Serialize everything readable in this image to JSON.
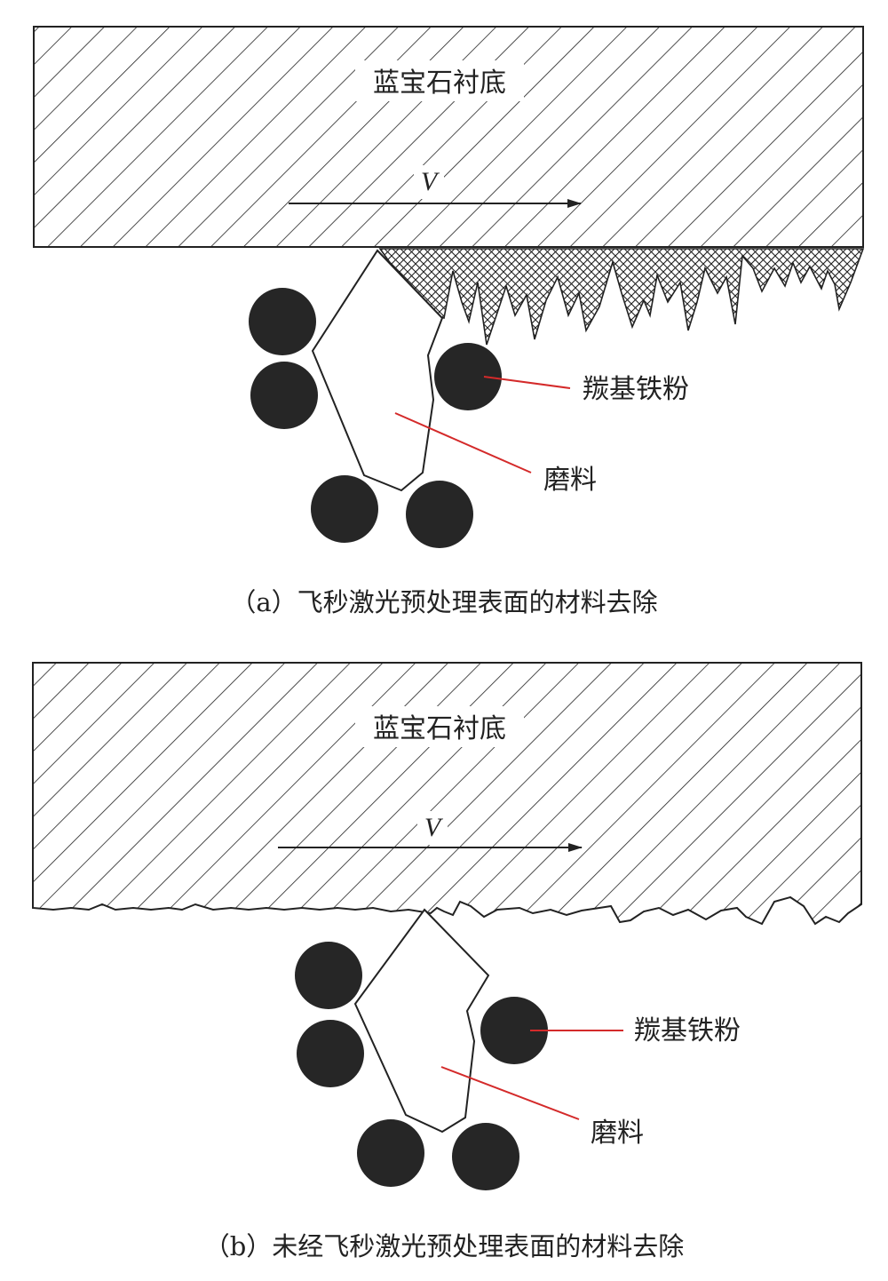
{
  "panel_a": {
    "substrate_label": "蓝宝石衬底",
    "velocity_label": "V",
    "particle_label": "羰基铁粉",
    "abrasive_label": "磨料",
    "caption": "（a）飞秒激光预处理表面的材料去除"
  },
  "panel_b": {
    "substrate_label": "蓝宝石衬底",
    "velocity_label": "V",
    "particle_label": "羰基铁粉",
    "abrasive_label": "磨料",
    "caption": "（b）未经飞秒激光预处理表面的材料去除"
  },
  "colors": {
    "ink": "#222222",
    "leader_line": "#d42a2a",
    "particle": "#262626"
  }
}
